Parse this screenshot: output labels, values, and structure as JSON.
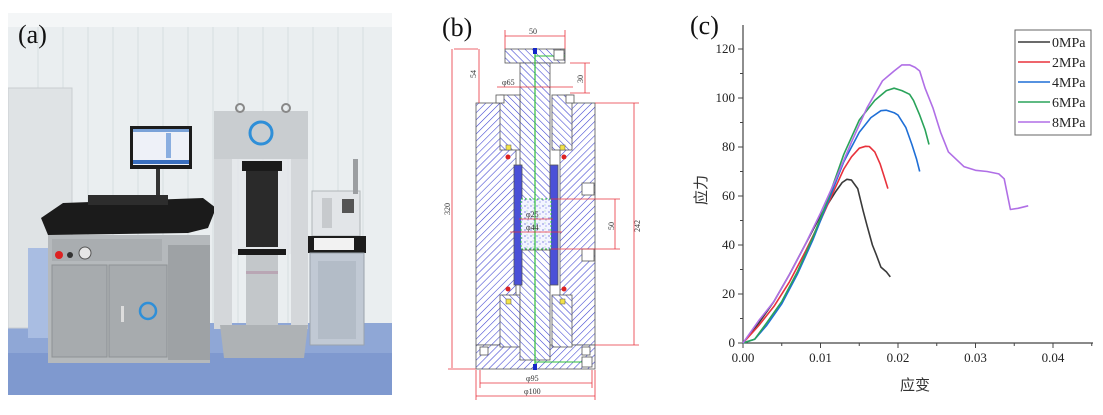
{
  "figure": {
    "panels": [
      {
        "id": "a",
        "label": "(a)",
        "description": "Photo of triaxial test apparatus: control cabinet with monitor, loading frame, and pressure controller"
      },
      {
        "id": "b",
        "label": "(b)",
        "description": "Cross-section drawing of triaxial pressure cell"
      },
      {
        "id": "c",
        "label": "(c)",
        "description": "Stress-strain curves under different confining pressures"
      }
    ]
  },
  "panel_b": {
    "dimensions": {
      "top_width": "50",
      "top_height": "54",
      "cap_height": "30",
      "inner_diameter": "φ65",
      "total_height": "320",
      "body_height": "242",
      "sample_height": "50",
      "sample_diameter": "φ25",
      "sleeve_diameter": "φ44",
      "base_inner": "φ95",
      "base_outer": "φ100"
    },
    "colors": {
      "hatch": "#3a3fd0",
      "dim": "#e8323c",
      "fluid": "#2fbf3a",
      "fill": "#c7c9ee"
    }
  },
  "chart_data": {
    "type": "line",
    "title": "",
    "panel_label": "(c)",
    "xlabel": "应变",
    "ylabel": "应力",
    "xlim": [
      0,
      0.045
    ],
    "ylim": [
      0,
      130
    ],
    "xticks": [
      0.0,
      0.01,
      0.02,
      0.03,
      0.04
    ],
    "xtick_labels": [
      "0.00",
      "0.01",
      "0.02",
      "0.03",
      "0.04"
    ],
    "yticks": [
      0,
      20,
      40,
      60,
      80,
      100,
      120
    ],
    "ytick_labels": [
      "0",
      "20",
      "40",
      "60",
      "80",
      "100",
      "120"
    ],
    "grid": false,
    "legend": "top-right",
    "series": [
      {
        "name": "0MPa",
        "color": "#3a3a3a",
        "x": [
          0,
          0.002,
          0.004,
          0.006,
          0.008,
          0.01,
          0.011,
          0.012,
          0.0128,
          0.0134,
          0.014,
          0.0148,
          0.0155,
          0.016,
          0.0167,
          0.0172,
          0.0178,
          0.0185,
          0.019
        ],
        "y": [
          0,
          8,
          17,
          28,
          40,
          52,
          57,
          62,
          65.5,
          66.8,
          66.5,
          63,
          54,
          48,
          40,
          36,
          31,
          29,
          27
        ]
      },
      {
        "name": "2MPa",
        "color": "#e8323c",
        "x": [
          0,
          0.002,
          0.004,
          0.006,
          0.008,
          0.01,
          0.012,
          0.013,
          0.014,
          0.015,
          0.0158,
          0.0163,
          0.017,
          0.0177,
          0.0182,
          0.0187
        ],
        "y": [
          0,
          7,
          15,
          25,
          37,
          50,
          64,
          71,
          76,
          79.5,
          80.3,
          80.2,
          78,
          73,
          68,
          63
        ]
      },
      {
        "name": "4MPa",
        "color": "#1f6fd6",
        "x": [
          0,
          0.0015,
          0.003,
          0.005,
          0.007,
          0.009,
          0.011,
          0.013,
          0.015,
          0.0165,
          0.0178,
          0.0185,
          0.0195,
          0.02,
          0.021,
          0.0218,
          0.0224,
          0.0228
        ],
        "y": [
          0,
          1.5,
          7,
          16,
          28,
          42,
          58,
          74,
          86,
          92,
          94.8,
          95,
          94,
          93,
          88,
          81,
          75,
          70
        ]
      },
      {
        "name": "6MPa",
        "color": "#2aa35a",
        "x": [
          0,
          0.0015,
          0.003,
          0.005,
          0.007,
          0.009,
          0.011,
          0.013,
          0.015,
          0.017,
          0.0185,
          0.0195,
          0.0205,
          0.0215,
          0.022,
          0.0228,
          0.0235,
          0.024
        ],
        "y": [
          0,
          1.5,
          8,
          17,
          29,
          43,
          59,
          77,
          91,
          99,
          103,
          104,
          103,
          101.5,
          99,
          93,
          87,
          81
        ]
      },
      {
        "name": "8MPa",
        "color": "#b06fe6",
        "x": [
          0,
          0.002,
          0.004,
          0.006,
          0.008,
          0.01,
          0.012,
          0.014,
          0.016,
          0.018,
          0.0195,
          0.0205,
          0.0215,
          0.0222,
          0.0228,
          0.0235,
          0.0245,
          0.0255,
          0.0265,
          0.0285,
          0.03,
          0.0315,
          0.033,
          0.0337,
          0.0345,
          0.0355,
          0.0368
        ],
        "y": [
          0,
          9,
          17,
          28,
          40,
          53,
          67,
          82,
          96,
          107,
          111,
          113.5,
          113.5,
          112.5,
          111,
          104,
          96,
          86,
          78,
          72,
          70.5,
          70,
          69,
          67,
          54.5,
          55,
          56
        ]
      }
    ]
  }
}
